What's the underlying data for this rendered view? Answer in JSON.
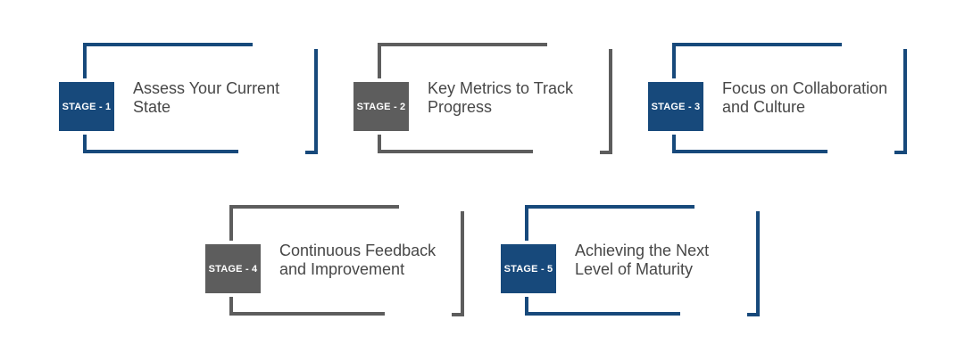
{
  "diagram": {
    "stages": [
      {
        "badge_label": "STAGE - 1",
        "title_lines": [
          "Assess Your Current",
          "State"
        ],
        "accent": "#17497B"
      },
      {
        "badge_label": "STAGE - 2",
        "title_lines": [
          "Key Metrics to Track",
          "Progress"
        ],
        "accent": "#5D5D5D"
      },
      {
        "badge_label": "STAGE - 3",
        "title_lines": [
          "Focus on Collaboration",
          "and Culture"
        ],
        "accent": "#17497B"
      },
      {
        "badge_label": "STAGE - 4",
        "title_lines": [
          "Continuous Feedback",
          "and Improvement"
        ],
        "accent": "#5D5D5D"
      },
      {
        "badge_label": "STAGE - 5",
        "title_lines": [
          "Achieving the Next",
          "Level of Maturity"
        ],
        "accent": "#17497B"
      }
    ],
    "colors": {
      "stage_blue": "#17497B",
      "stage_gray": "#5D5D5D",
      "title_text": "#474747",
      "background": "#FFFFFF"
    }
  }
}
